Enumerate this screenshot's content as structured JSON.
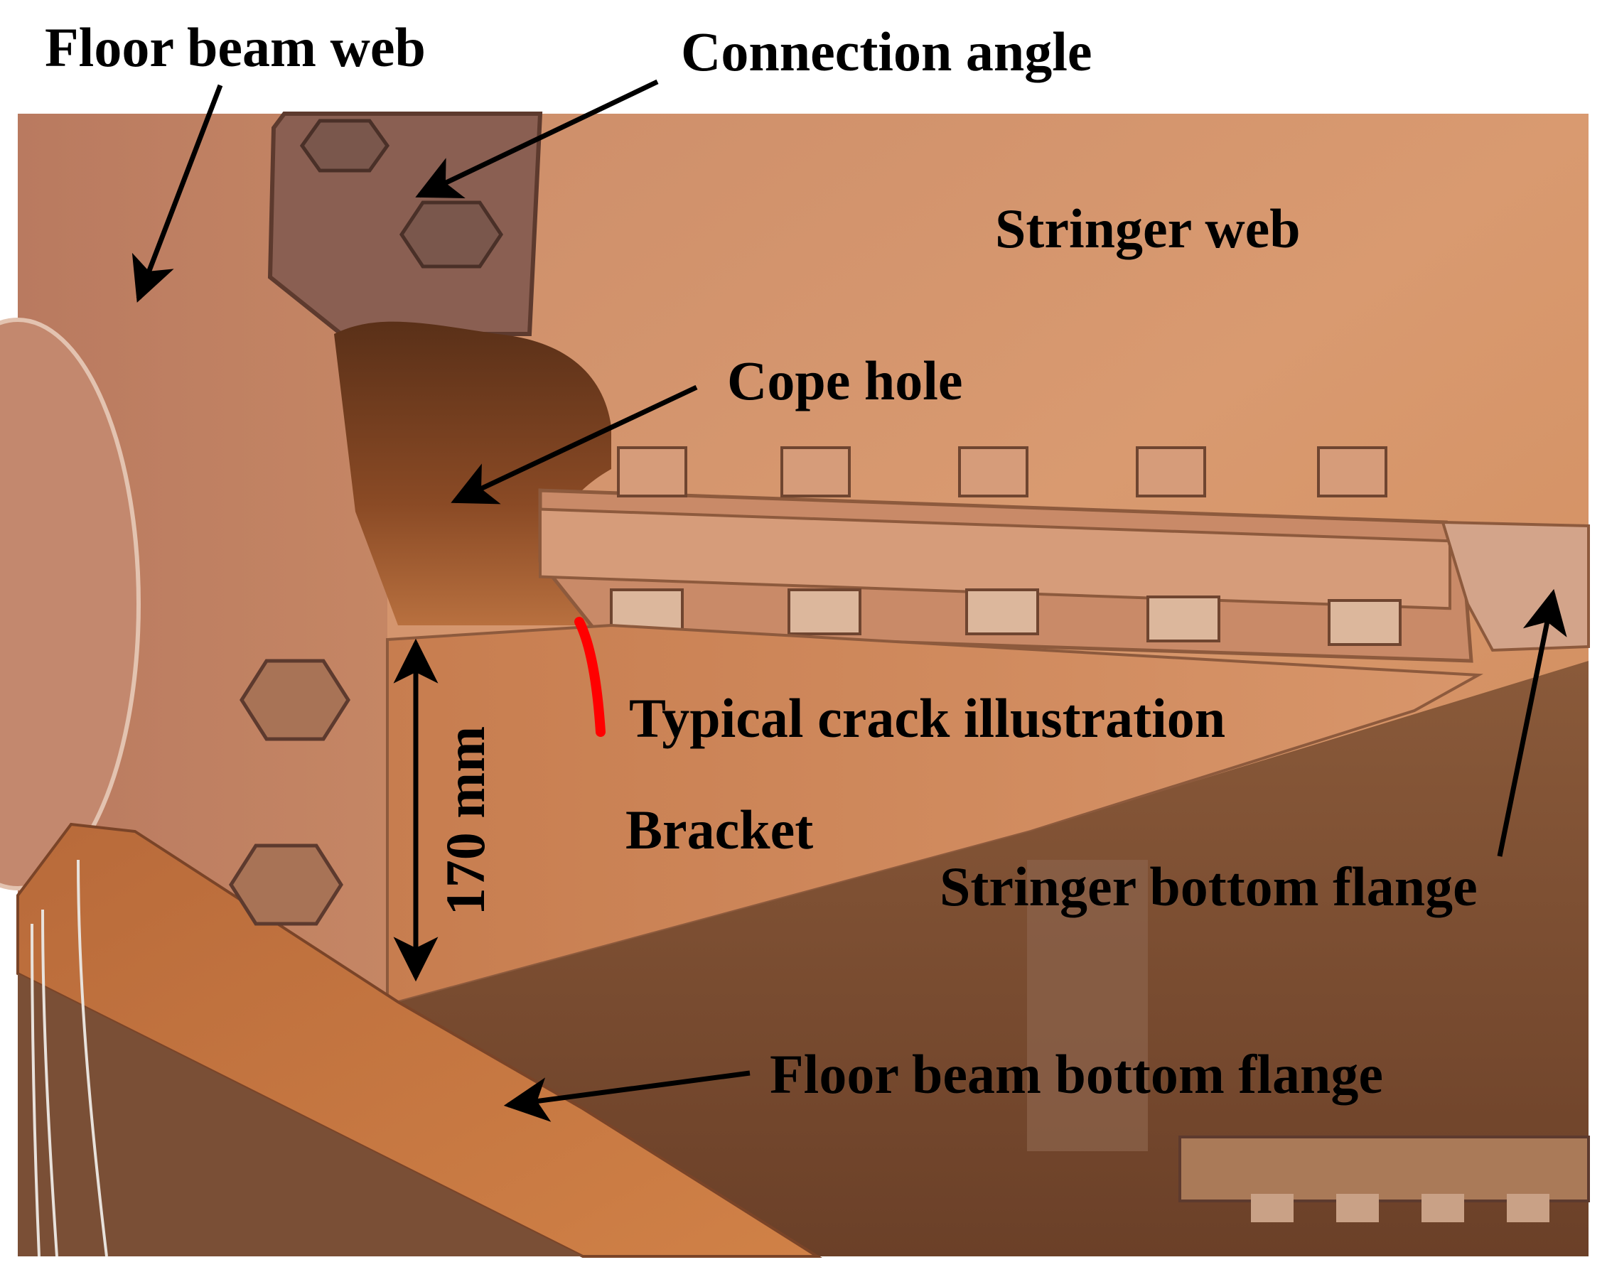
{
  "labels": {
    "floor_beam_web": "Floor beam web",
    "connection_angle": "Connection angle",
    "stringer_web": "Stringer web",
    "cope_hole": "Cope hole",
    "typical_crack": "Typical crack illustration",
    "bracket": "Bracket",
    "dimension": "170 mm",
    "stringer_bottom_flange": "Stringer bottom flange",
    "floor_beam_bottom_flange": "Floor beam bottom flange"
  },
  "colors": {
    "steel_base": "#c98352",
    "steel_light": "#dba079",
    "steel_dark": "#7a4428",
    "steel_shadow": "#5e3219",
    "crack": "#ff0000",
    "annotation": "#000000",
    "background": "#ffffff"
  }
}
